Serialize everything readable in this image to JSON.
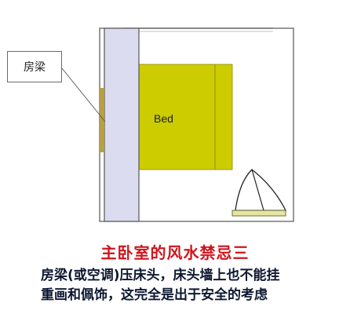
{
  "labels": {
    "beam": "房梁",
    "bed": "Bed"
  },
  "title": "主卧室的风水禁忌三",
  "caption": {
    "line1": "房梁(或空调)压床头，床头墙上也不能挂",
    "line2": "重画和佩饰，这完全是出于安全的考虑"
  },
  "colors": {
    "beam": "#dcdcf0",
    "bed": "#cccc00",
    "title": "#d0141c",
    "text": "#0d1730",
    "window_sill": "#e6e6a0"
  }
}
